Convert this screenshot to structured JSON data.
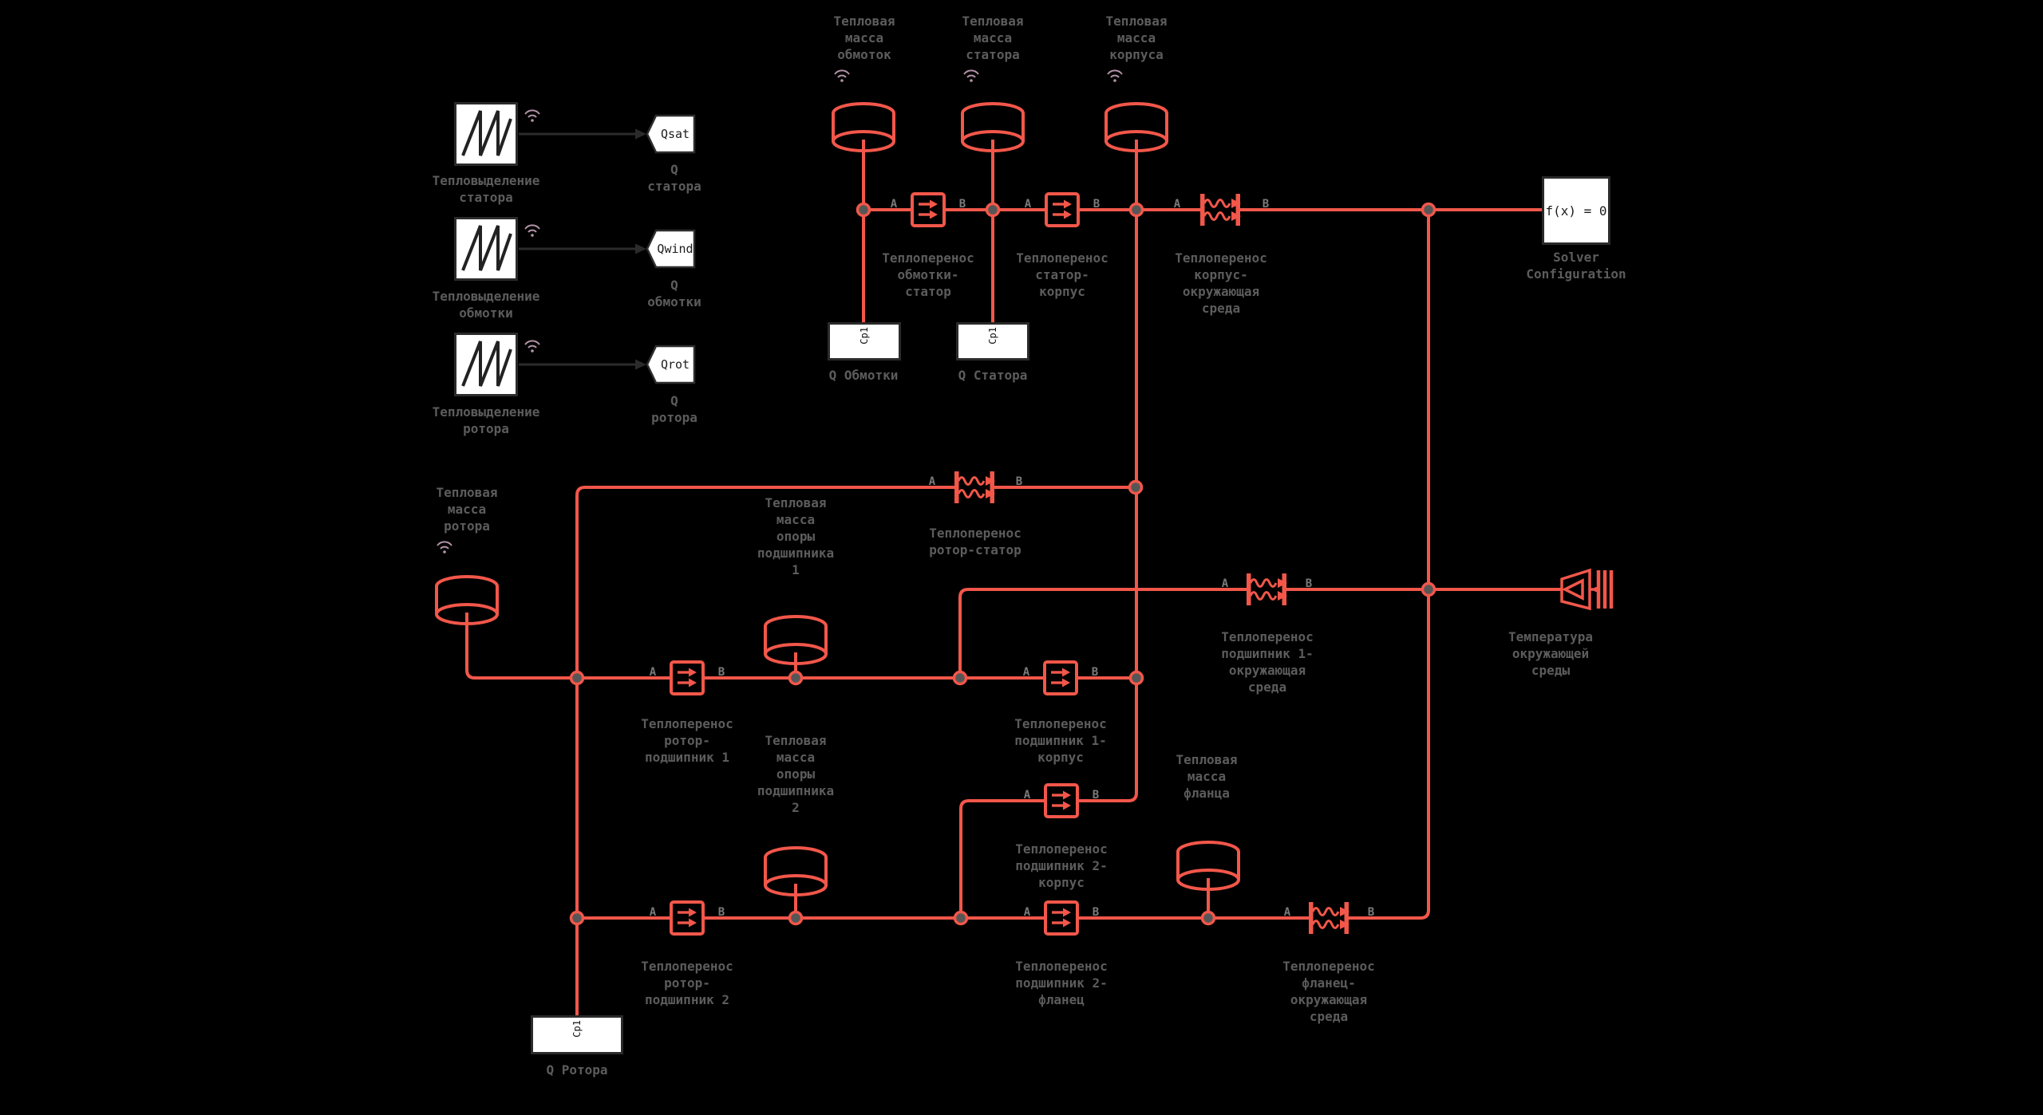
{
  "diagram_title": "Thermal network model (Simscape-style canvas)",
  "colors": {
    "background": "#000000",
    "thermal_wire": "#f2574a",
    "junction_fill": "#565656",
    "label_text": "#5c5c5c",
    "port_text": "#7a7a7a",
    "block_border": "#2b2b2b",
    "signal_wire": "#2b2b2b",
    "logging_icon": "#b294a8",
    "block_fill": "#ffffff"
  },
  "ports": {
    "a": "A",
    "b": "B"
  },
  "generators": [
    {
      "label": "Тепловыделение\nстатора",
      "tag": "Qsat",
      "tag_label": "Q\nстатора"
    },
    {
      "label": "Тепловыделение\nобмотки",
      "tag": "Qwind",
      "tag_label": "Q\nобмотки"
    },
    {
      "label": "Тепловыделение\nротора",
      "tag": "Qrot",
      "tag_label": "Q\nротора"
    }
  ],
  "masses": [
    {
      "label": "Тепловая\nмасса\nобмоток"
    },
    {
      "label": "Тепловая\nмасса\nстатора"
    },
    {
      "label": "Тепловая\nмасса\nкорпуса"
    },
    {
      "label": "Тепловая\nмасса\nротора"
    },
    {
      "label": "Тепловая\nмасса\nопоры\nподшипника\n1"
    },
    {
      "label": "Тепловая\nмасса\nопоры\nподшипника\n2"
    },
    {
      "label": "Тепловая\nмасса\nфланца"
    }
  ],
  "conductions": [
    {
      "label": "Теплоперенос\nобмотки-\nстатор"
    },
    {
      "label": "Теплоперенос\nстатор-\nкорпус"
    },
    {
      "label": "Теплоперенос\nротор-\nподшипник 1"
    },
    {
      "label": "Теплоперенос\nподшипник 1-\nкорпус"
    },
    {
      "label": "Теплоперенос\nподшипник 2-\nкорпус"
    },
    {
      "label": "Теплоперенос\nротор-\nподшипник 2"
    },
    {
      "label": "Теплоперенос\nподшипник 2-\nфланец"
    }
  ],
  "convections": [
    {
      "label": "Теплоперенос\nротор-статор"
    },
    {
      "label": "Теплоперенос\nкорпус-\nокружающая\nсреда"
    },
    {
      "label": "Теплоперенос\nподшипник 1-\nокружающая\nсреда"
    },
    {
      "label": "Теплоперенос\nфланец-\nокружающая\nсреда"
    }
  ],
  "heat_inputs": [
    {
      "port": "Cp1",
      "label": "Q Обмотки"
    },
    {
      "port": "Cp1",
      "label": "Q Статора"
    },
    {
      "port": "Cp1",
      "label": "Q Ротора"
    }
  ],
  "solver": {
    "icon": "f(x) = 0",
    "label": "Solver\nConfiguration"
  },
  "ambient": {
    "label": "Температура\nокружающей\nсреды"
  }
}
